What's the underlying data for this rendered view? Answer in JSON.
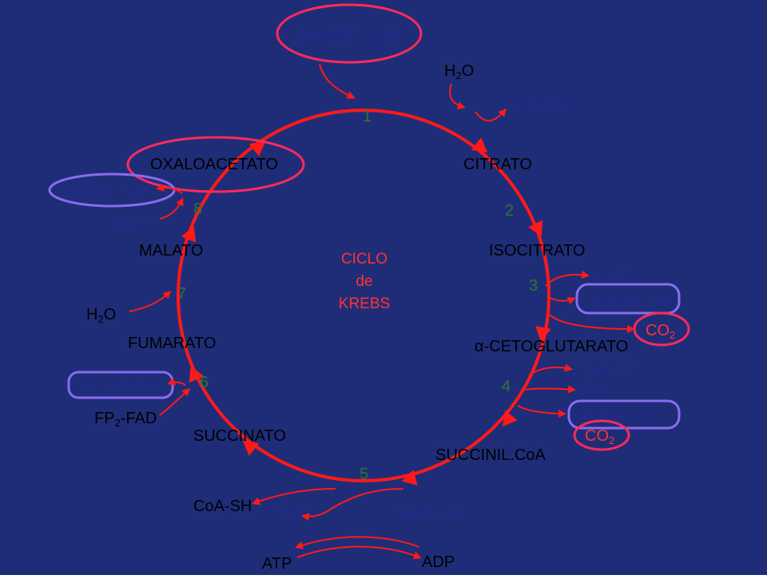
{
  "colors": {
    "background": "#1f2d78",
    "cycle": "#ff1a1a",
    "pink": "#ff2a5a",
    "purple": "#8a6cf0",
    "text_dark": "#000000",
    "text_blue": "#1e2a8a",
    "text_light": "#ffffff",
    "step_number": "#2a7a2a",
    "center": "#ff3333"
  },
  "start": {
    "label": "Acetil-CoA"
  },
  "center": {
    "line1": "CICLO",
    "line2": "de",
    "line3": "KREBS"
  },
  "intermediates": {
    "oxaloacetato": "OXALOACETATO",
    "citrato": "CITRATO",
    "isocitrato": "ISOCITRATO",
    "cetoglutarato": "α-CETOGLUTARATO",
    "succinil": "SUCCINIL.CoA",
    "succinato": "SUCCINATO",
    "fumarato": "FUMARATO",
    "malato": "MALATO"
  },
  "steps": [
    "1",
    "2",
    "3",
    "4",
    "5",
    "6",
    "7",
    "8"
  ],
  "reactants": {
    "step1_h2o": {
      "base": "H",
      "sub": "2",
      "rest": "O"
    },
    "step1_coash": "CoA-SH",
    "step3_nad": {
      "base": "NAD",
      "sup": "+"
    },
    "step3_nadh": {
      "base": "NADH + H",
      "sup": "+"
    },
    "step3_co2": {
      "base": "CO",
      "sub": "2"
    },
    "step4_coash": "CoA-SH",
    "step4_nad": {
      "base": "NAD",
      "sup": "+"
    },
    "step4_nadh": {
      "base": "NADH + H",
      "sup": "+"
    },
    "step4_co2": {
      "base": "CO",
      "sub": "2"
    },
    "step5_coash": "CoA-SH",
    "step5_gtp": "GTP",
    "step5_gdp": "GDP + Pi",
    "step5_atp": "ATP",
    "step5_adp": "ADP",
    "step6_fadh2": {
      "pre": "FP",
      "sub1": "2",
      "mid": "-FADH",
      "sub2": "2"
    },
    "step6_fad": {
      "pre": "FP",
      "sub1": "2",
      "mid": "-FAD"
    },
    "step7_h2o": {
      "base": "H",
      "sub": "2",
      "rest": "O"
    },
    "step8_nadh": {
      "base": "NADH + H",
      "sup": "+"
    },
    "step8_nad": {
      "base": "NAD",
      "sup": "+"
    }
  }
}
